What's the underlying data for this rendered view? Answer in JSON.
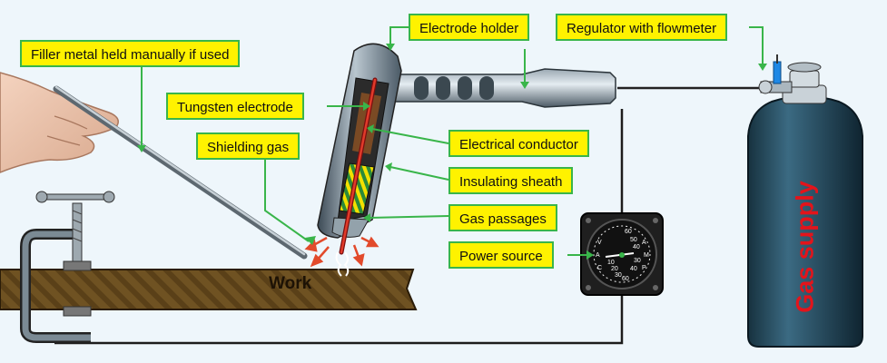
{
  "labels": {
    "filler_metal": "Filler metal held manually if used",
    "electrode_holder": "Electrode holder",
    "regulator": "Regulator with flowmeter",
    "tungsten_electrode": "Tungsten electrode",
    "shielding_gas": "Shielding gas",
    "electrical_conductor": "Electrical conductor",
    "insulating_sheath": "Insulating sheath",
    "gas_passages": "Gas passages",
    "power_source": "Power source"
  },
  "work_label": "Work",
  "gas_supply_label": "Gas supply",
  "meter": {
    "left_scale": [
      "V",
      "A",
      "C"
    ],
    "right_scale": [
      "A",
      "M",
      "P"
    ],
    "top_values": [
      "60",
      "50",
      "40",
      "30"
    ],
    "bottom_values": [
      "10",
      "20",
      "30",
      "40",
      "60"
    ]
  },
  "colors": {
    "label_fill": "#fff200",
    "label_border": "#39b54a",
    "gas_text": "#e3141b",
    "cylinder": "#1f4457",
    "work_piece": "#6b4c1e"
  },
  "icons": [
    "hand-icon",
    "c-clamp-icon",
    "torch-icon",
    "gauge-icon",
    "gas-cylinder-icon",
    "valve-icon"
  ]
}
